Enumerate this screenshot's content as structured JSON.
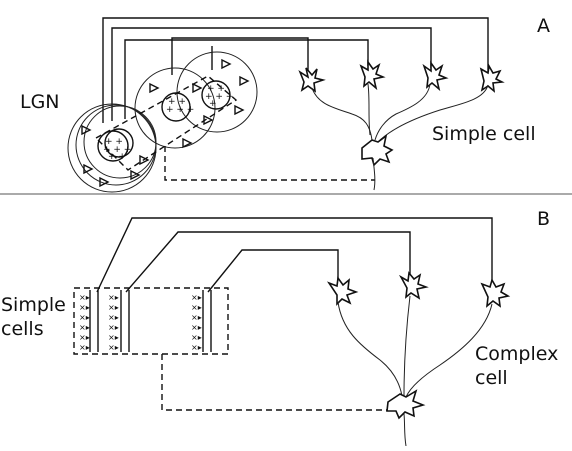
{
  "panel_a": {
    "letter": "A",
    "lgn_label": "LGN",
    "simple_cell_label": "Simple cell"
  },
  "panel_b": {
    "letter": "B",
    "simple_cells_label": [
      "Simple",
      "cells"
    ],
    "complex_cell_label": [
      "Complex",
      "cell"
    ]
  },
  "colors": {
    "ink": "#111111",
    "background": "#ffffff",
    "divider": "#777777"
  },
  "symbols": {
    "on_center": "+",
    "off_surround": "▷",
    "on_field": "×",
    "off_field": "▸"
  }
}
